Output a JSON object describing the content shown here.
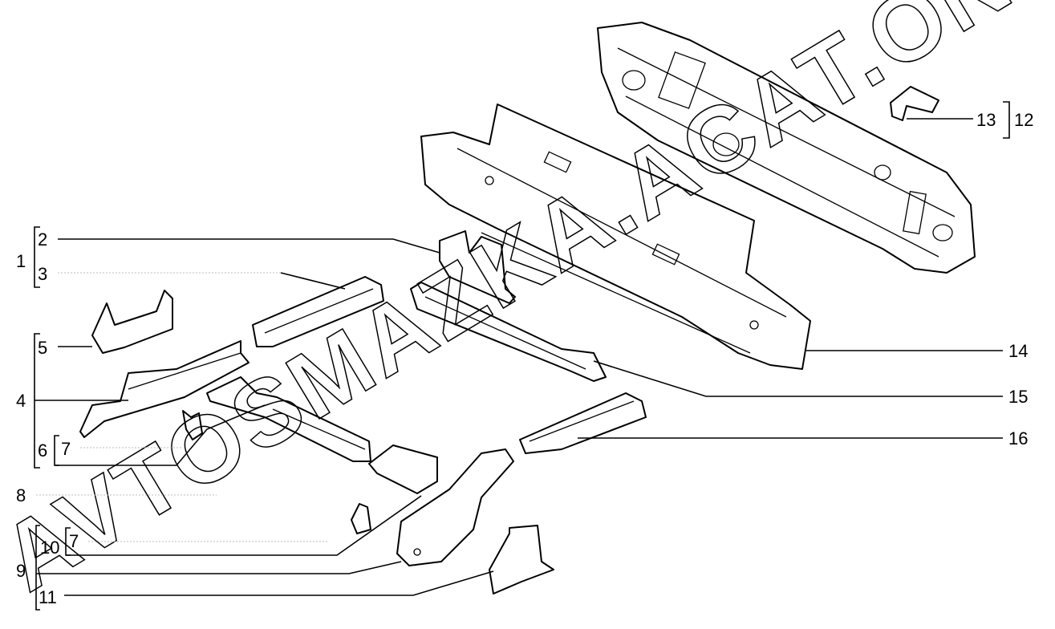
{
  "diagram": {
    "watermark": "AVTOSMAZKA.ACAT.ONLINE",
    "labels": {
      "p1": "1",
      "p2": "2",
      "p3": "3",
      "p4": "4",
      "p5": "5",
      "p6": "6",
      "p7a": "7",
      "p7b": "7",
      "p8": "8",
      "p9": "9",
      "p10": "10",
      "p11": "11",
      "p12": "12",
      "p13": "13",
      "p14": "14",
      "p15": "15",
      "p16": "16"
    }
  }
}
